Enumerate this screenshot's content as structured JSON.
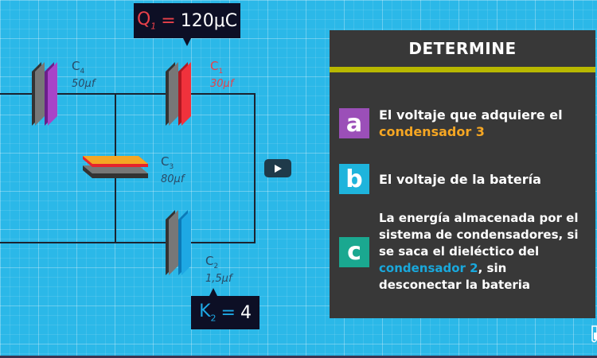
{
  "diagram": {
    "callouts": {
      "q1": {
        "symbol": "Q",
        "subscript": "1",
        "equals": "=",
        "value": "120μC"
      },
      "k2": {
        "symbol": "K",
        "subscript": "2",
        "equals": "=",
        "value": "4"
      }
    },
    "capacitors": [
      {
        "id": "C4",
        "name": "C",
        "sub": "4",
        "value": "50μf",
        "color": "#9b3fc0"
      },
      {
        "id": "C1",
        "name": "C",
        "sub": "1",
        "value": "30μf",
        "color": "#f0323c"
      },
      {
        "id": "C3",
        "name": "C",
        "sub": "3",
        "value": "80μf",
        "color": "#f5a623"
      },
      {
        "id": "C2",
        "name": "C",
        "sub": "2",
        "value": "1,5μf",
        "color": "#1ea8e4"
      }
    ]
  },
  "panel": {
    "title": "DETERMINE",
    "items": [
      {
        "badge": "a",
        "badge_color": "#9b4fb8",
        "text": "El voltaje que adquiere el ",
        "highlight": "condensador 3",
        "after": ""
      },
      {
        "badge": "b",
        "badge_color": "#1eb4dc",
        "text": "El voltaje de la batería",
        "highlight": "",
        "after": ""
      },
      {
        "badge": "c",
        "badge_color": "#1aa890",
        "text": "La energía almacenada por el sistema de condensadores, si se saca el dieléctico del ",
        "highlight": "condensador 2",
        "after": ", sin desconectar la bateria"
      }
    ]
  },
  "player": {
    "play_icon": "play-icon"
  },
  "colors": {
    "background": "#2bb8e8",
    "panel": "#383838",
    "stripe": "#b8b800"
  }
}
